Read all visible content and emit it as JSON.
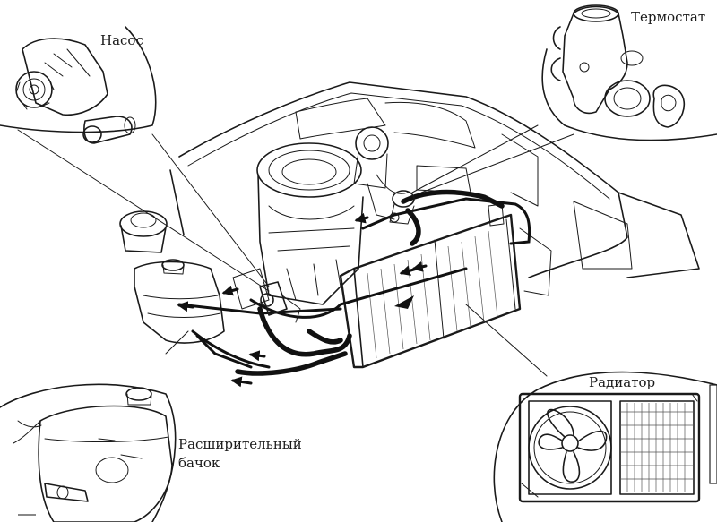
{
  "labels": {
    "pump": "Насос",
    "thermostat": "Термостат",
    "radiator": "Радиатор",
    "tank_line1": "Расширительный",
    "tank_line2": "бачок"
  },
  "icons": {
    "pump": "water-pump-icon",
    "thermostat": "thermostat-icon",
    "radiator": "radiator-icon",
    "tank": "expansion-tank-icon",
    "engine": "engine-bay-icon"
  }
}
